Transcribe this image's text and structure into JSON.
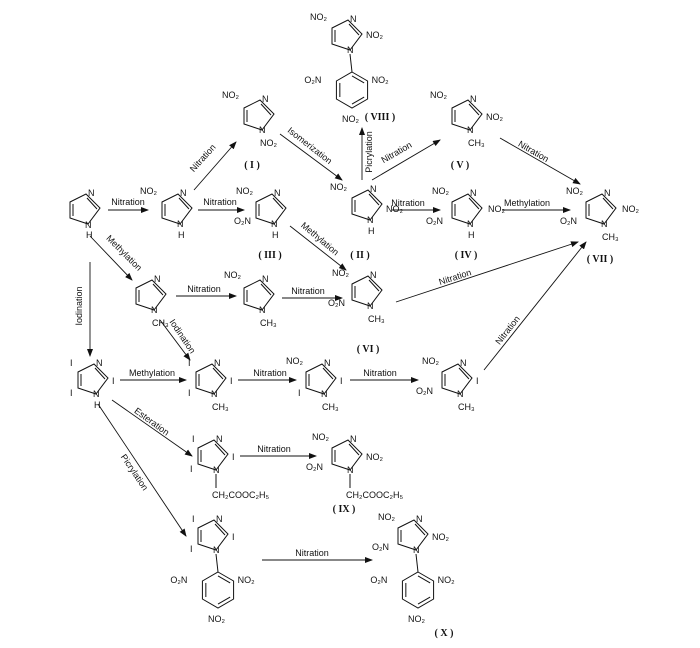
{
  "labels": {
    "nitration": "Nitration",
    "methylation": "Methylation",
    "isomerization": "Isomerization",
    "picrylation": "Picrylation",
    "iodination": "Iodination",
    "esteration": "Esteration"
  },
  "groups": {
    "no2": "NO₂",
    "o2n": "O₂N",
    "nh": "N",
    "h": "H",
    "n": "N",
    "ch3": "CH₃",
    "i": "I",
    "ester": "CH₂COOC₂H₅"
  },
  "compounds": {
    "I": "( I )",
    "II": "( II )",
    "III": "( III )",
    "IV": "( IV )",
    "V": "( V )",
    "VI": "( VI )",
    "VII": "( VII )",
    "VIII": "( VIII )",
    "IX": "( IX )",
    "X": "( X )"
  }
}
